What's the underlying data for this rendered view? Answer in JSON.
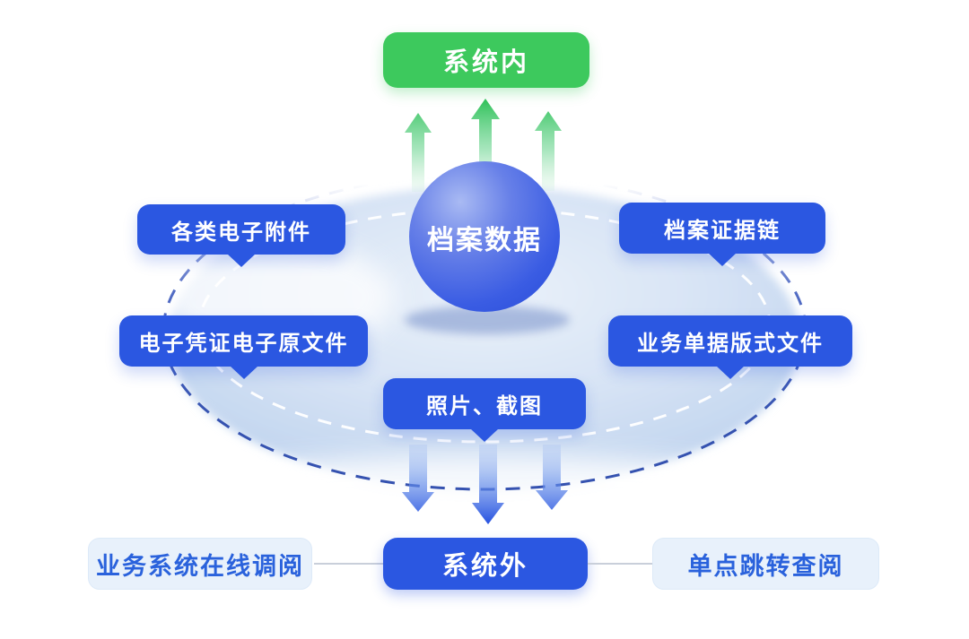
{
  "diagram": {
    "title_top": "系统内",
    "sphere_label": "档案数据",
    "tags": [
      {
        "label": "各类电子附件"
      },
      {
        "label": "档案证据链"
      },
      {
        "label": "电子凭证电子原文件"
      },
      {
        "label": "业务单据版式文件"
      },
      {
        "label": "照片、截图"
      }
    ],
    "bottom": {
      "left_label": "业务系统在线调阅",
      "center_label": "系统外",
      "right_label": "单点跳转查阅"
    },
    "colors": {
      "green": "#3DC95D",
      "royal_blue": "#2B57E1",
      "sphere_blue_light": "#A4B6F2",
      "sphere_blue_dark": "#2A4ED9",
      "platform_blue": "#C9DBF2",
      "dash_navy": "#3F5CBE",
      "dash_white": "#FFFFFF",
      "light_box_bg": "#E8F1FB",
      "light_box_text": "#2A62DC",
      "connector_gray": "#C9CFDA"
    }
  }
}
